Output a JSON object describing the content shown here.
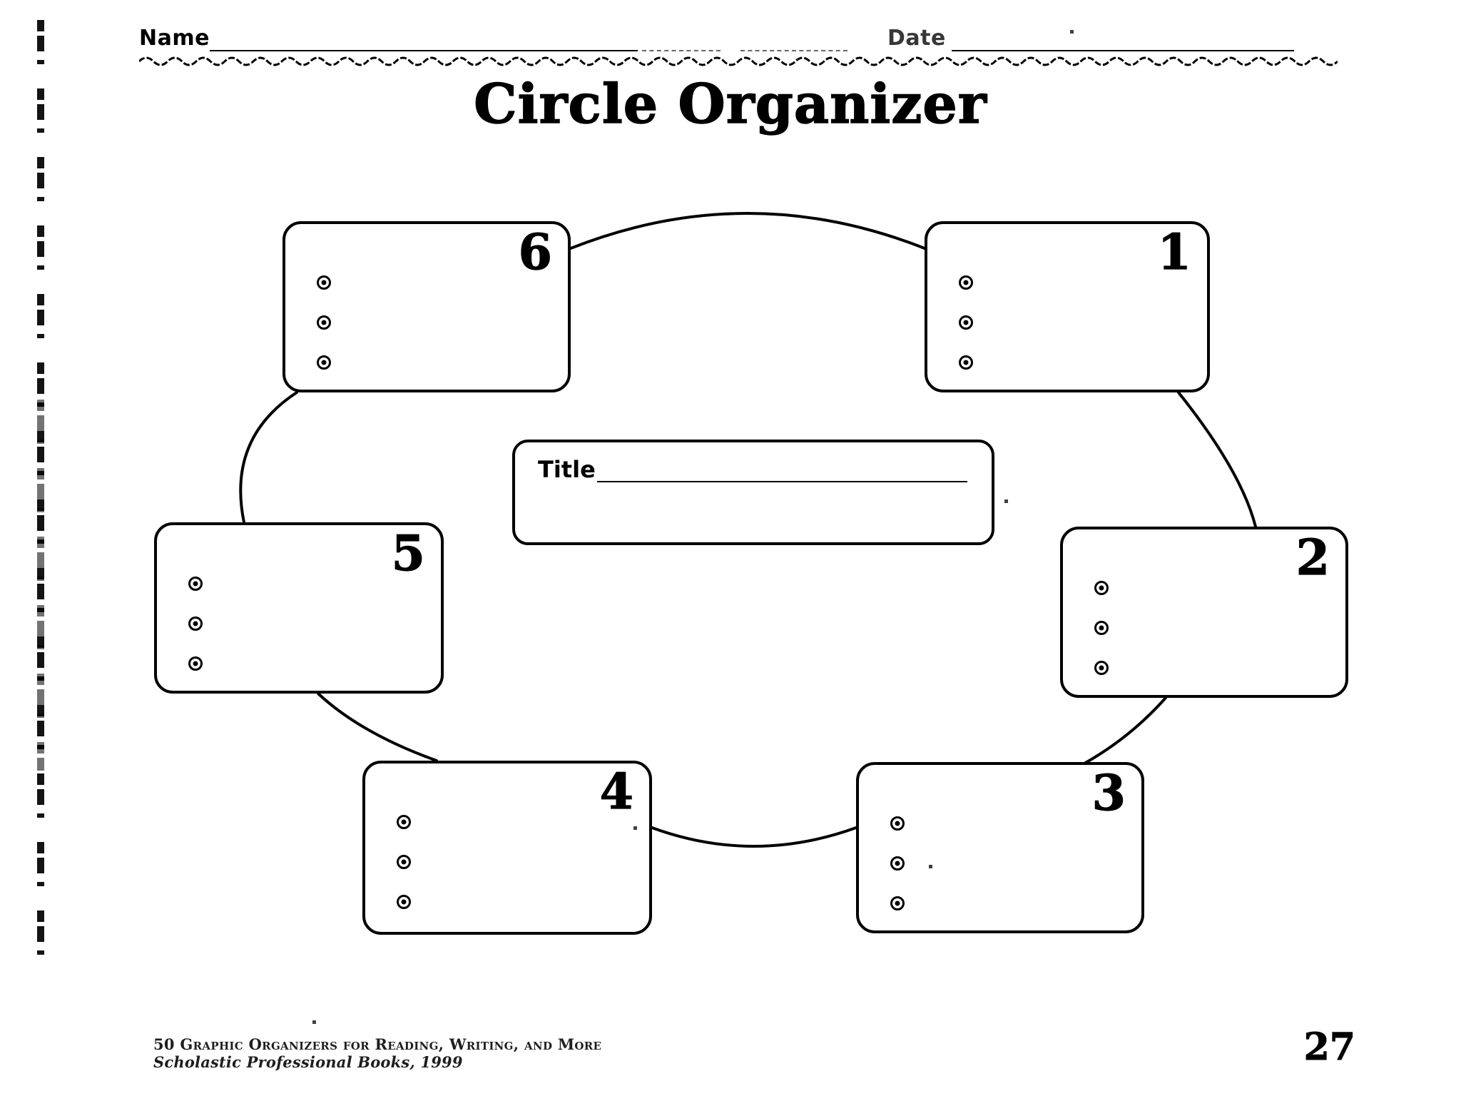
{
  "document": {
    "title": "Circle Organizer",
    "header": {
      "name_label": "Name",
      "date_label": "Date"
    },
    "center_box": {
      "label": "Title"
    },
    "nodes": [
      {
        "number": "1",
        "bullet_count": 3,
        "bullet_icon": "target-bullet-icon"
      },
      {
        "number": "2",
        "bullet_count": 3,
        "bullet_icon": "target-bullet-icon"
      },
      {
        "number": "3",
        "bullet_count": 3,
        "bullet_icon": "target-bullet-icon"
      },
      {
        "number": "4",
        "bullet_count": 3,
        "bullet_icon": "target-bullet-icon"
      },
      {
        "number": "5",
        "bullet_count": 3,
        "bullet_icon": "target-bullet-icon"
      },
      {
        "number": "6",
        "bullet_count": 3,
        "bullet_icon": "target-bullet-icon"
      }
    ],
    "footer": {
      "line1": "50 Graphic Organizers for Reading, Writing, and More",
      "line2": "Scholastic Professional Books, 1999",
      "page_number": "27"
    },
    "colors": {
      "ink": "#000000",
      "paper": "#ffffff"
    }
  }
}
